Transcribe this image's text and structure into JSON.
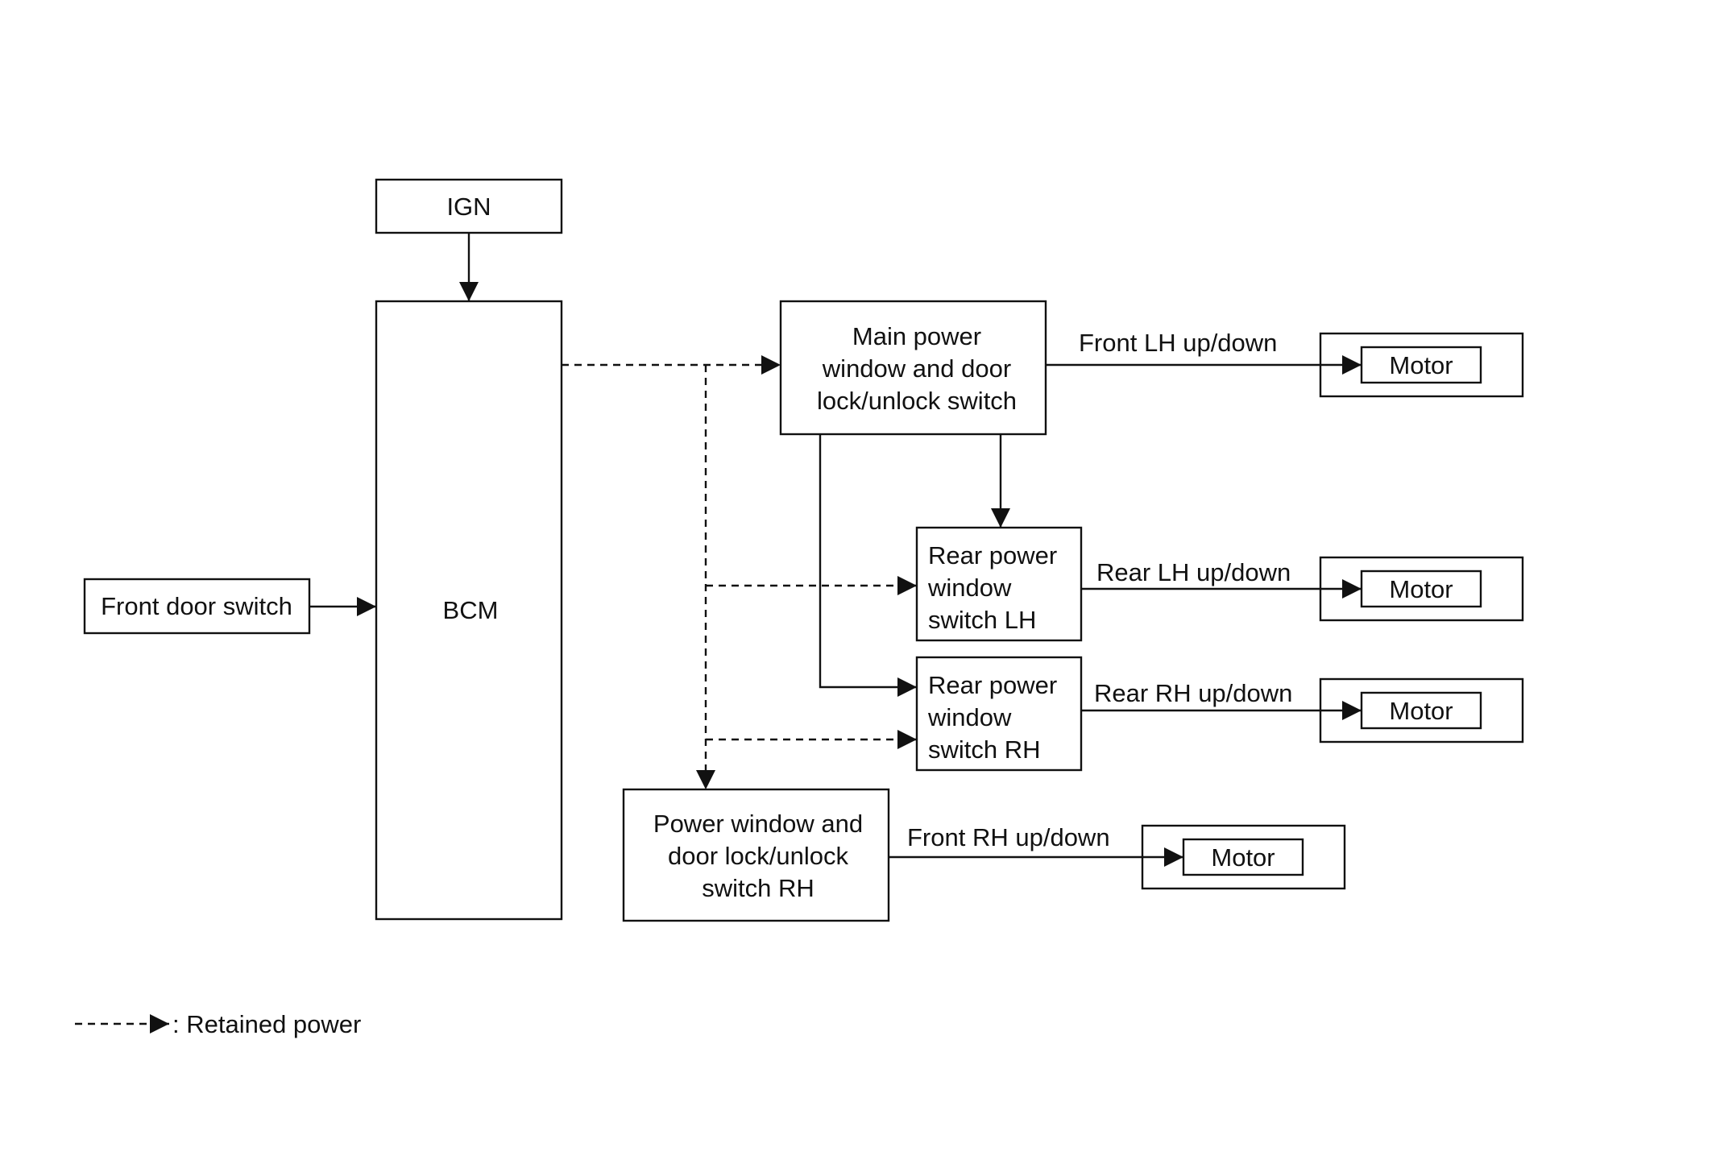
{
  "blocks": {
    "ign": "IGN",
    "bcm": "BCM",
    "front_door_switch": "Front door switch",
    "main_switch": [
      "Main power",
      "window and door",
      "lock/unlock switch"
    ],
    "rear_lh_switch": [
      "Rear power",
      "window",
      "switch LH"
    ],
    "rear_rh_switch": [
      "Rear power",
      "window",
      "switch RH"
    ],
    "front_rh_switch": [
      "Power window and",
      "door lock/unlock",
      "switch RH"
    ],
    "motor": "Motor"
  },
  "signals": {
    "front_lh": "Front LH up/down",
    "rear_lh": "Rear LH up/down",
    "rear_rh": "Rear RH up/down",
    "front_rh": "Front RH up/down"
  },
  "legend": {
    "retained_power": ": Retained power"
  },
  "colors": {
    "line": "#111111",
    "background": "#ffffff"
  }
}
